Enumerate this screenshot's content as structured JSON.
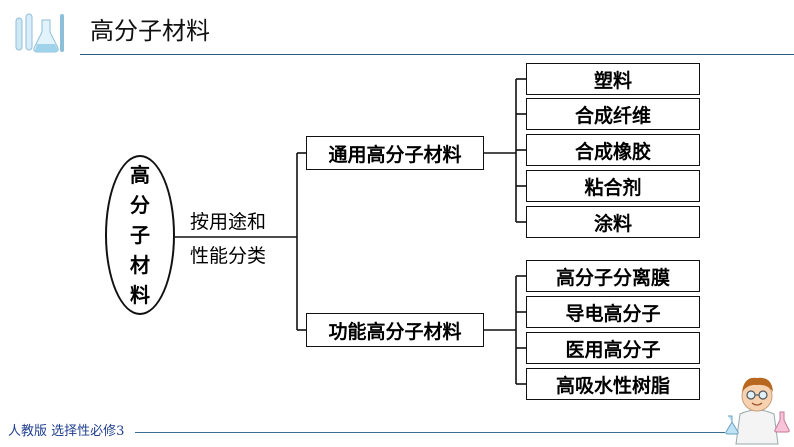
{
  "header": {
    "title": "高分子材料"
  },
  "diagram": {
    "root": [
      "高",
      "分",
      "子",
      "材",
      "料"
    ],
    "criterion": [
      "按用途和",
      "性能分类"
    ],
    "branches": [
      {
        "label": "通用高分子材料",
        "items": [
          "塑料",
          "合成纤维",
          "合成橡胶",
          "粘合剂",
          "涂料"
        ]
      },
      {
        "label": "功能高分子材料",
        "items": [
          "高分子分离膜",
          "导电高分子",
          "医用高分子",
          "高吸水性树脂"
        ]
      }
    ]
  },
  "footer": {
    "text": "人教版 选择性必修3"
  },
  "colors": {
    "header_line": "#2f5a7a",
    "footer_text": "#1f3f8f",
    "footer_line": "#3c6d92"
  }
}
